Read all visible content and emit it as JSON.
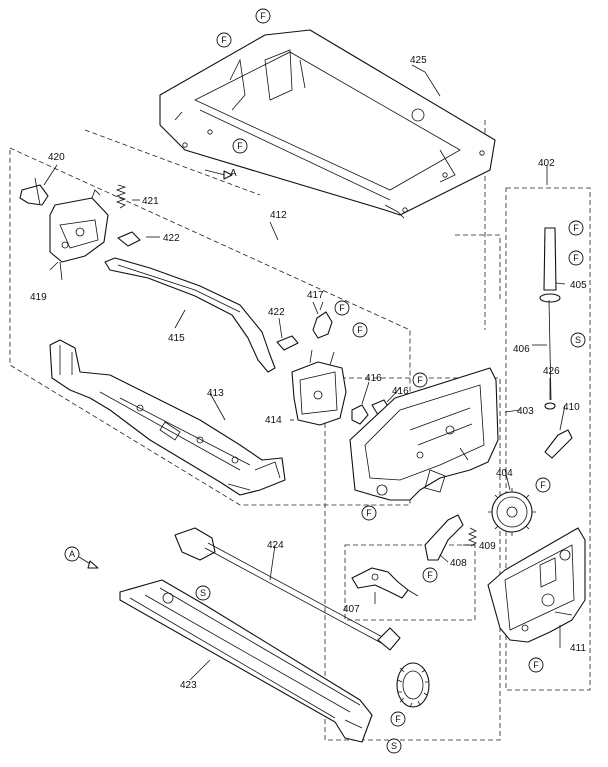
{
  "callouts": {
    "p402": "402",
    "p403": "403",
    "p404": "404",
    "p405": "405",
    "p406": "406",
    "p407": "407",
    "p408": "408",
    "p409": "409",
    "p410": "410",
    "p411": "411",
    "p412": "412",
    "p413": "413",
    "p414": "414",
    "p415": "415",
    "p416a": "416",
    "p416b": "416",
    "p417": "417",
    "p419": "419",
    "p420": "420",
    "p421": "421",
    "p422a": "422",
    "p422b": "422",
    "p423": "423",
    "p424": "424",
    "p425": "425",
    "p426": "426"
  },
  "markers": {
    "f": "F",
    "s": "S",
    "a": "A"
  }
}
